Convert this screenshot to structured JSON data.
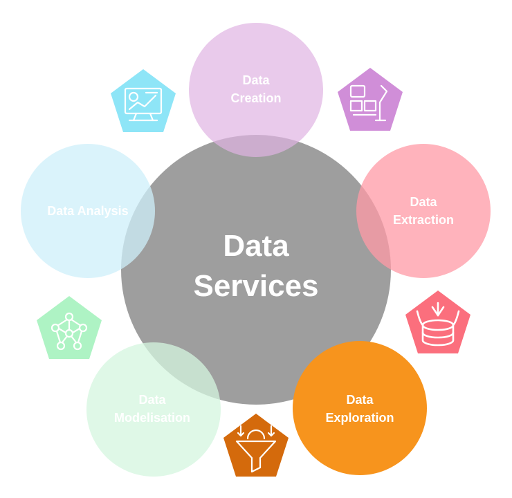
{
  "center": {
    "line1": "Data",
    "line2": "Services",
    "color": "#9e9e9e"
  },
  "nodes": {
    "creation": {
      "line1": "Data",
      "line2": "Creation",
      "color": "#e6c3e8"
    },
    "extraction": {
      "line1": "Data",
      "line2": "Extraction",
      "color": "#ffb2bb"
    },
    "exploration": {
      "line1": "Data",
      "line2": "Exploration",
      "color": "#f7941d"
    },
    "modelisation": {
      "line1": "Data",
      "line2": "Modelisation",
      "color": "#d9f7e3"
    },
    "analysis": {
      "line1": "Data Analysis",
      "color": "#d3f0fb"
    }
  },
  "icons": {
    "dashboard": {
      "name": "dashboard-chart-icon",
      "color": "#8ee5f7"
    },
    "automation": {
      "name": "robot-arm-automation-icon",
      "color": "#d08ed8"
    },
    "database": {
      "name": "database-import-icon",
      "color": "#fb6f7d"
    },
    "funnel": {
      "name": "filter-funnel-icon",
      "color": "#d46a0c"
    },
    "network": {
      "name": "neural-network-icon",
      "color": "#aef3c4"
    }
  }
}
